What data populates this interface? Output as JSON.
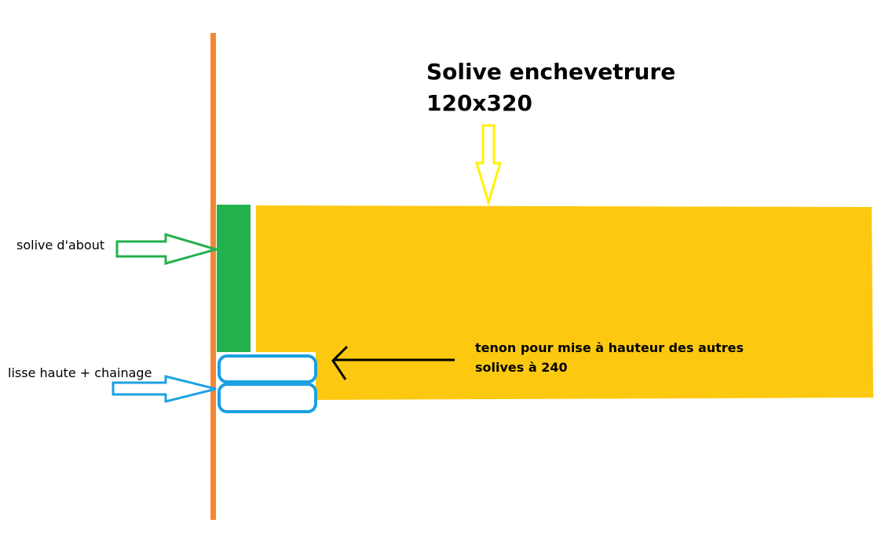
{
  "title": {
    "line1": "Solive enchevetrure",
    "line2": "120x320"
  },
  "labels": {
    "solive_about": "solive d'about",
    "lisse_chainage": "lisse haute + chainage",
    "tenon_line1": "tenon pour mise à hauteur des autres",
    "tenon_line2": "solives à 240"
  },
  "colors": {
    "wall": "#f58733",
    "solive_about": "#22b14c",
    "enchevetrure": "#fcc910",
    "lisse_outline": "#1ba1e2",
    "arrow_yellow": "#fff200",
    "arrow_green": "#22b14c",
    "arrow_blue": "#1ba1e2",
    "arrow_black": "#000000"
  }
}
